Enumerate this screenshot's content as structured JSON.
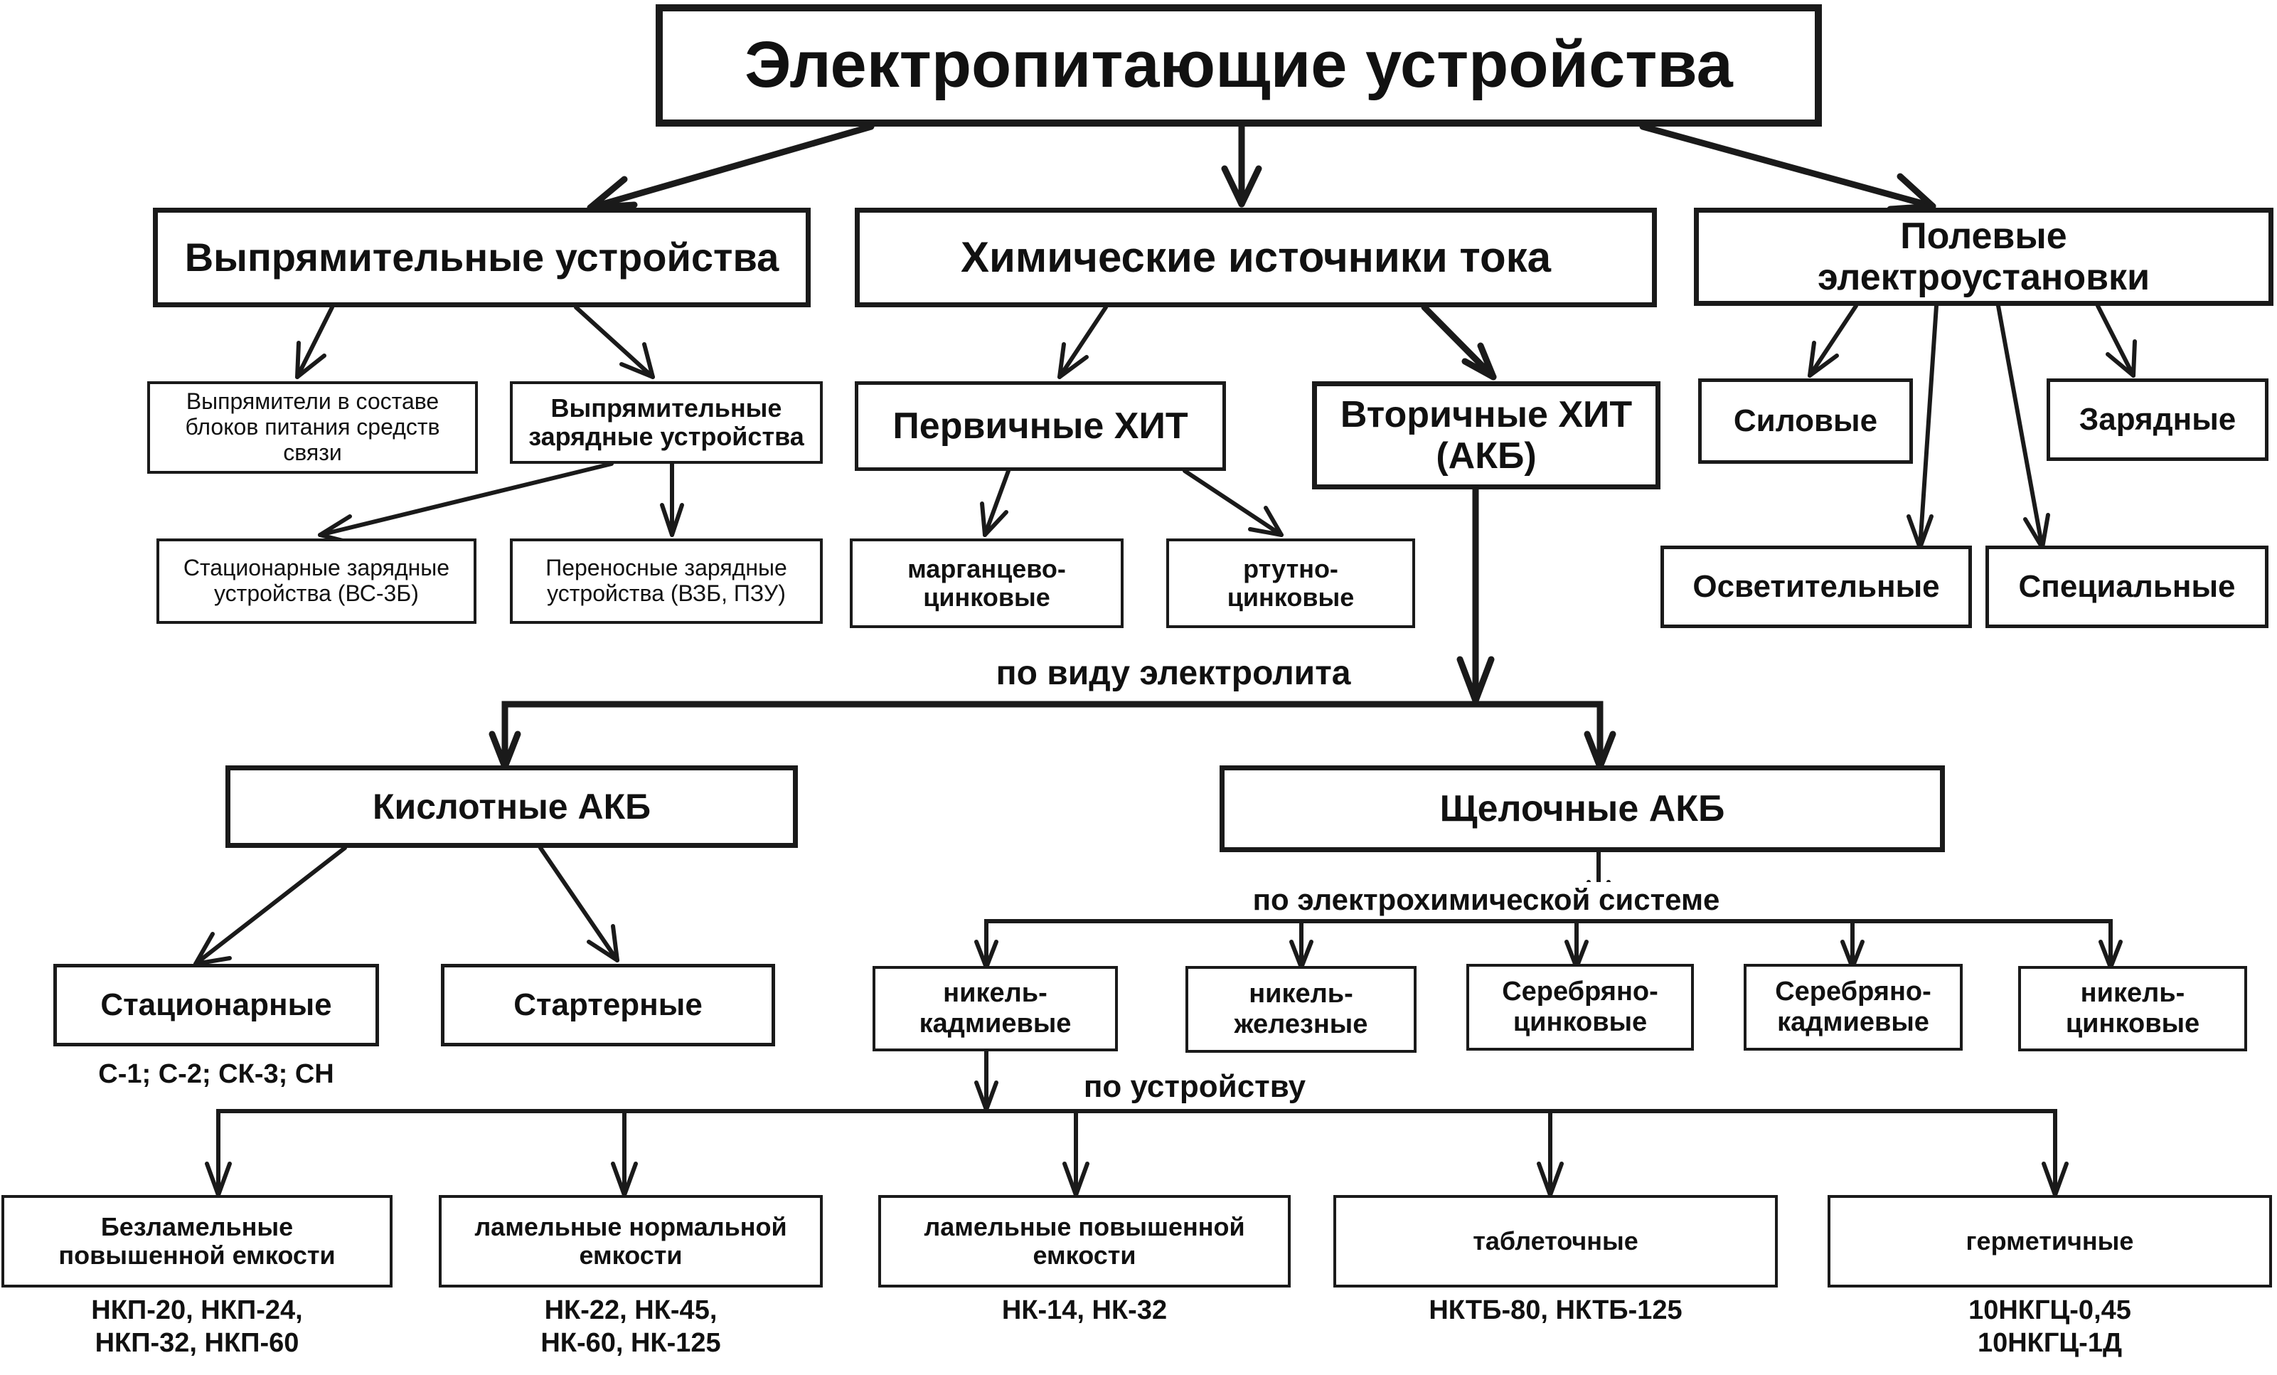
{
  "title": "Электропитающие устройства",
  "level1": {
    "rectifiers": "Выпрямительные устройства",
    "chemical": "Химические источники тока",
    "field": [
      "Полевые",
      "электроустановки"
    ]
  },
  "rectifier_branch": {
    "in_comms": [
      "Выпрямители в составе",
      "блоков питания средств",
      "связи"
    ],
    "chargers": [
      "Выпрямительные",
      "зарядные устройства"
    ],
    "stationary_chargers": [
      "Стационарные зарядные",
      "устройства (ВС-3Б)"
    ],
    "portable_chargers": [
      "Переносные зарядные",
      "устройства (ВЗБ, ПЗУ)"
    ]
  },
  "chemical_branch": {
    "primary": "Первичные ХИТ",
    "secondary": [
      "Вторичные ХИТ",
      "(АКБ)"
    ],
    "manganese_zinc": [
      "марганцево-",
      "цинковые"
    ],
    "mercury_zinc": [
      "ртутно-",
      "цинковые"
    ]
  },
  "field_branch": {
    "power": "Силовые",
    "charging": "Зарядные",
    "lighting": "Осветительные",
    "special": "Специальные"
  },
  "captions": {
    "by_electrolyte": "по  виду  электролита",
    "by_system": "по электрохимической  системе",
    "by_design": "по устройству"
  },
  "acid": {
    "label": "Кислотные АКБ",
    "stationary": "Стационарные",
    "starter": "Стартерные",
    "models": "С-1; С-2; СК-3; СН"
  },
  "alkaline": {
    "label": "Щелочные АКБ",
    "types": [
      [
        "никель-",
        "кадмиевые"
      ],
      [
        "никель-",
        "железные"
      ],
      [
        "Серебряно-",
        "цинковые"
      ],
      [
        "Серебряно-",
        "кадмиевые"
      ],
      [
        "никель-",
        "цинковые"
      ]
    ]
  },
  "designs": [
    {
      "label": [
        "Безламельные",
        "повышенной емкости"
      ],
      "models": [
        "НКП-20, НКП-24,",
        "НКП-32, НКП-60"
      ]
    },
    {
      "label": [
        "ламельные нормальной",
        "емкости"
      ],
      "models": [
        "НК-22, НК-45,",
        "НК-60, НК-125"
      ]
    },
    {
      "label": [
        "ламельные повышенной",
        "емкости"
      ],
      "models": [
        "НК-14, НК-32"
      ]
    },
    {
      "label": [
        "таблеточные"
      ],
      "models": [
        "НКТБ-80, НКТБ-125"
      ]
    },
    {
      "label": [
        "герметичные"
      ],
      "models": [
        "10НКГЦ-0,45",
        "10НКГЦ-1Д"
      ]
    }
  ]
}
